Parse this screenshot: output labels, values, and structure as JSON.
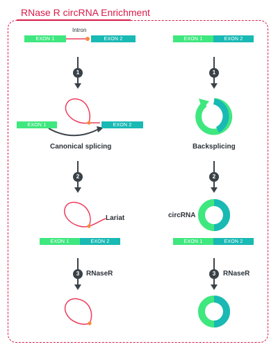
{
  "title": "RNase R circRNA Enrichment",
  "exons": {
    "exon1": "EXON 1",
    "exon2": "EXON 2"
  },
  "labels": {
    "intron": "Intron",
    "canonical": "Canonical splicing",
    "backsplicing": "Backsplicing",
    "lariat": "Lariat",
    "circrna": "circRNA",
    "rnaser": "RNaseR"
  },
  "steps": {
    "s1": "1",
    "s2": "2",
    "s3": "3"
  },
  "colors": {
    "accent": "#d81b48",
    "exon1": "#3fe77f",
    "exon2": "#19b9b4",
    "intron": "#ee3b5c",
    "splice_site": "#f58b3c",
    "arrow": "#3a4248"
  }
}
